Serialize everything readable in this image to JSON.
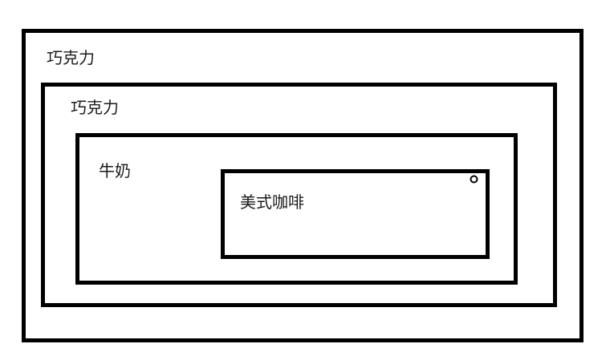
{
  "layers": [
    {
      "label": "巧克力"
    },
    {
      "label": "巧克力"
    },
    {
      "label": "牛奶"
    },
    {
      "label": "美式咖啡"
    }
  ],
  "colors": {
    "border": "#000000",
    "text": "#1a1a1a",
    "background": "#ffffff"
  },
  "icons": {
    "marker": "circle-dot-icon"
  }
}
